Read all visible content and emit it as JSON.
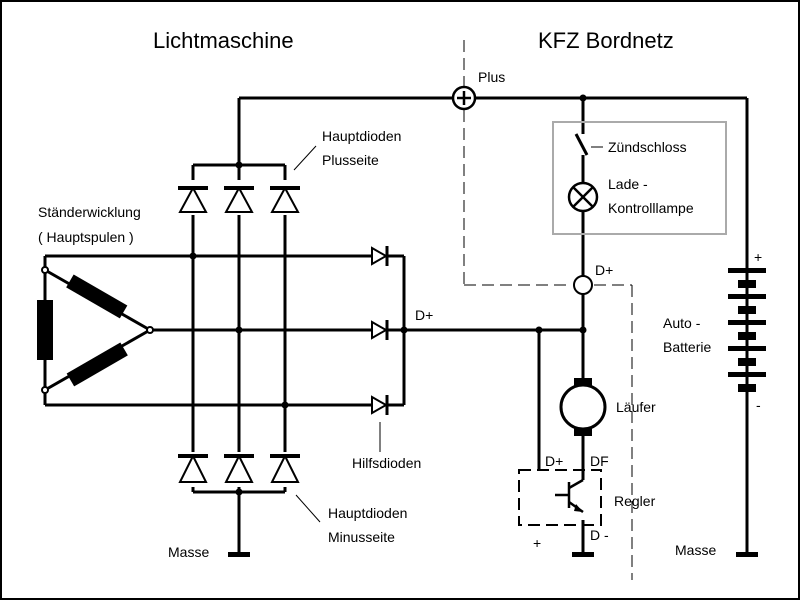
{
  "titles": {
    "left": "Lichtmaschine",
    "right": "KFZ Bordnetz"
  },
  "labels": {
    "plus": "Plus",
    "main_diodes_plus_1": "Hauptdioden",
    "main_diodes_plus_2": "Plusseite",
    "stator_1": "Ständerwicklung",
    "stator_2": "( Hauptspulen )",
    "ignition": "Zündschloss",
    "lamp_1": "Lade -",
    "lamp_2": "Kontrolllampe",
    "dplus_right": "D+",
    "dplus_mid": "D+",
    "battery_1": "Auto -",
    "battery_2": "Batterie",
    "battery_plus": "+",
    "battery_minus": "-",
    "rotor": "Läufer",
    "aux_diodes": "Hilfsdioden",
    "regulator_dplus": "D+",
    "regulator_df": "DF",
    "regulator": "Regler",
    "regulator_plus": "+",
    "regulator_dminus": "D -",
    "main_diodes_minus_1": "Hauptdioden",
    "main_diodes_minus_2": "Minusseite",
    "ground_left": "Masse",
    "ground_right": "Masse"
  },
  "colors": {
    "line": "#000000",
    "box_border": "#aaaaaa",
    "background": "#ffffff"
  }
}
